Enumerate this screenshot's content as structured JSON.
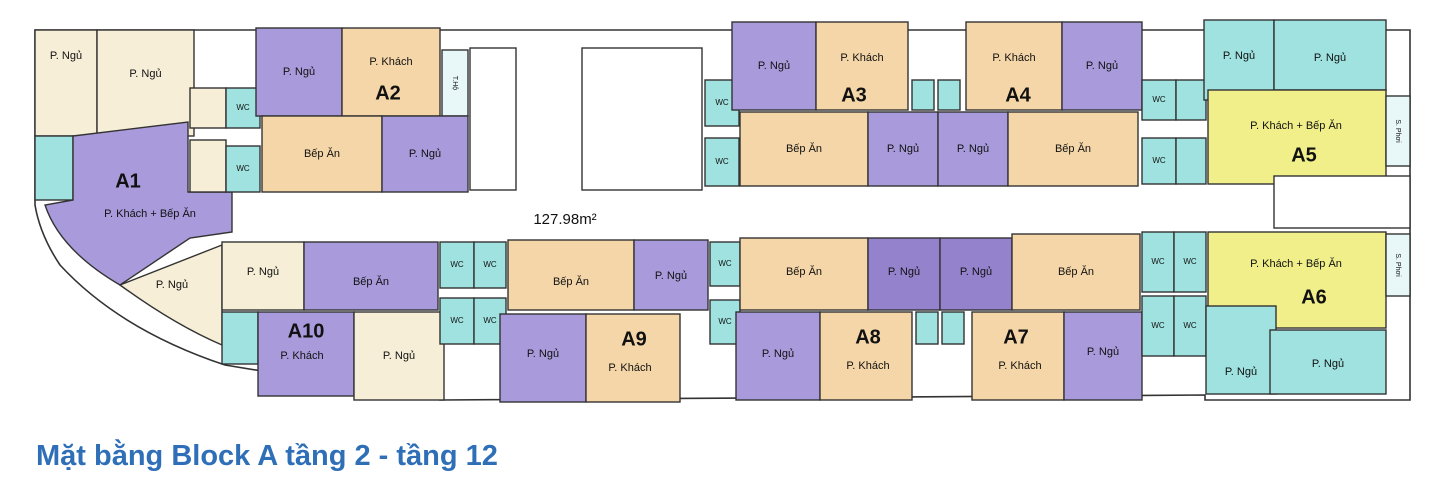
{
  "title": "Mặt bằng Block A tầng 2 - tầng 12",
  "corridor_area": "127.98m²",
  "colors": {
    "purple": "#a99bdb",
    "purple_dark": "#9483cc",
    "peach": "#f5d6a8",
    "cream": "#f7eed8",
    "cyan": "#9fe2e0",
    "yellow": "#f0ef8a",
    "outline": "#333333",
    "caption": "#2f6fb8"
  },
  "labels": {
    "bedroom": "P. Ngủ",
    "living": "P. Khách",
    "kitchen": "Bếp Ăn",
    "living_kitchen": "P. Khách + Bếp Ăn",
    "wc": "WC",
    "stair": "T.Hộ",
    "service": "S. Phơi"
  },
  "apartments": [
    "A1",
    "A2",
    "A3",
    "A4",
    "A5",
    "A6",
    "A7",
    "A8",
    "A9",
    "A10"
  ]
}
